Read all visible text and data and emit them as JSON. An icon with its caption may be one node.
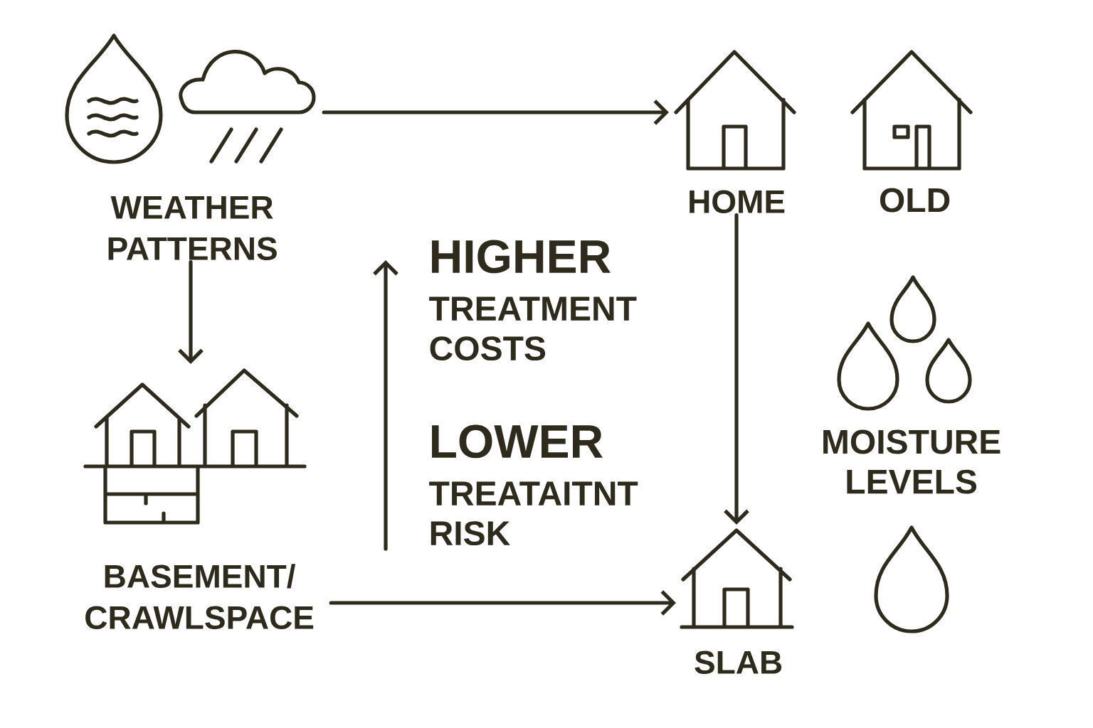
{
  "diagram": {
    "nodes": [
      {
        "text": [
          "WEATHER PATTERNS"
        ]
      },
      {
        "text": [
          "HOME"
        ]
      },
      {
        "text": [
          "BASEMENT/ CRAWLSPACE"
        ]
      },
      {
        "text": [
          "SLAB"
        ]
      }
    ],
    "edges": [
      {
        "from": 0,
        "to": 1,
        "arrow": "to"
      },
      {
        "from": 0,
        "to": 2,
        "arrow": "to"
      },
      {
        "from": 1,
        "to": 3,
        "arrow": "to"
      },
      {
        "from": 2,
        "to": 3,
        "arrow": "to"
      }
    ],
    "labels": [
      "OLD",
      "HIGHER",
      "TREATMENT COSTS",
      "LOWER",
      "TREATAITNT RISK",
      "MOISTURE LEVELS"
    ]
  }
}
